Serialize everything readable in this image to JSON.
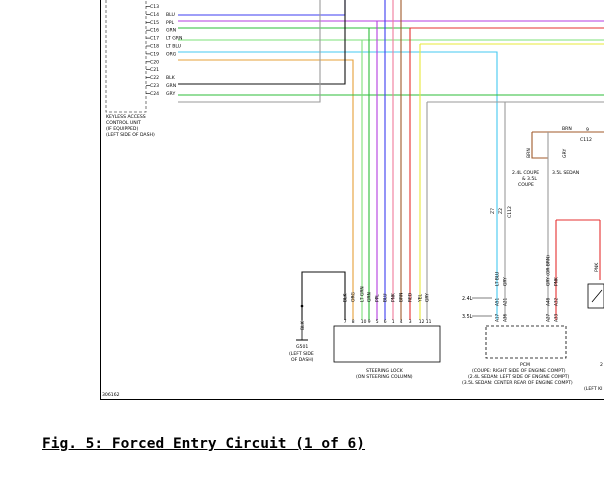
{
  "figure_id": "306162",
  "caption": "Fig. 5: Forced Entry Circuit (1 of 6)",
  "keyless": {
    "label_lines": [
      "KEYLESS ACCESS",
      "CONTROL UNIT",
      "(IF EQUIPPED)",
      "(LEFT SIDE OF DASH)"
    ],
    "pins": [
      {
        "pin": "C13",
        "wire": ""
      },
      {
        "pin": "C14",
        "wire": "BLU"
      },
      {
        "pin": "C15",
        "wire": "PPL"
      },
      {
        "pin": "C16",
        "wire": "GRN"
      },
      {
        "pin": "C17",
        "wire": "LT GRN"
      },
      {
        "pin": "C18",
        "wire": "LT BLU"
      },
      {
        "pin": "C19",
        "wire": "ORG"
      },
      {
        "pin": "C20",
        "wire": ""
      },
      {
        "pin": "C21",
        "wire": ""
      },
      {
        "pin": "C22",
        "wire": "BLK"
      },
      {
        "pin": "C23",
        "wire": "GRN"
      },
      {
        "pin": "C24",
        "wire": "GRY"
      }
    ]
  },
  "steering_lock": {
    "label_lines": [
      "STEERING LOCK",
      "(ON STEERING COLUMN)"
    ],
    "wires": [
      "BLK",
      "ORG",
      "LT GRN",
      "GRN",
      "PPL",
      "BLU",
      "PNK",
      "BRN",
      "RED",
      "YEL",
      "GRY"
    ],
    "pins": [
      "7",
      "8",
      "10",
      "9",
      "5",
      "6",
      "1",
      "4",
      "3",
      "12",
      "11"
    ]
  },
  "ground": {
    "wire": "BLK",
    "label_lines": [
      "G501",
      "(LEFT SIDE",
      "OF DASH)"
    ]
  },
  "pcm": {
    "label_lines": [
      "PCM",
      "(COUPE: RIGHT SIDE OF ENGINE COMPT)",
      "(2.4L SEDAN: LEFT SIDE OF ENGINE COMPT)",
      "(3.5L SEDAN: CENTER REAR OF ENGINE COMPT)"
    ],
    "wires": [
      "LT BLU",
      "GRY"
    ],
    "variant_24": "2.4L",
    "variant_35": "3.5L",
    "pins_24": [
      "A51",
      "A21"
    ],
    "pins_35": [
      "A17",
      "A36"
    ],
    "right_wires": [
      "GRY (OR BRN)",
      "PNK"
    ],
    "right_pins": [
      "A48",
      "A32"
    ],
    "right_pins_b": [
      "A27",
      "A33"
    ]
  },
  "connector_labels": [
    "Z7",
    "Z2",
    "C112"
  ],
  "brn_junction": {
    "wire_top": "BRN",
    "pin": "9",
    "connector": "C112",
    "wire_left": "BRN",
    "wire_right": "GRY",
    "left_label": [
      "2.4L COUPE",
      "& 3.5L",
      "COUPE"
    ],
    "right_label": "3.5L SEDAN"
  },
  "right_edge": {
    "wire": "PNK",
    "fragment": "(LEFT KI",
    "letters": [
      "2"
    ]
  }
}
